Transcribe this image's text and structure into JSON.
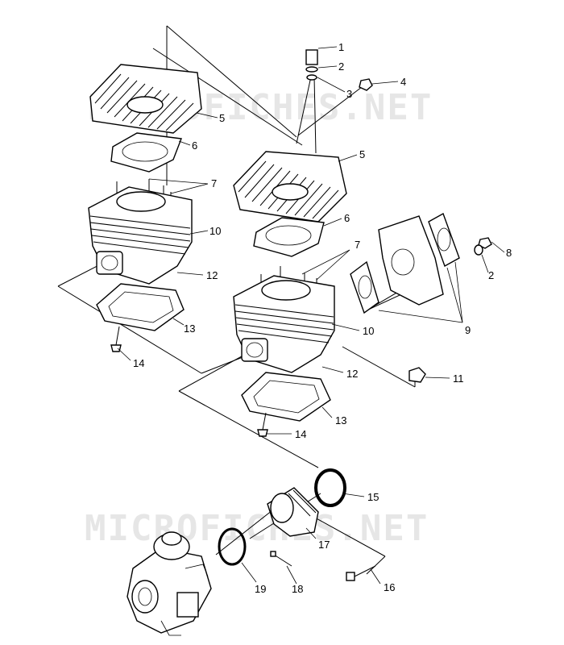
{
  "watermarks": [
    "MICROFICHES.NET",
    "MICROFICHES.NET"
  ],
  "callouts": [
    {
      "id": "c1",
      "text": "1"
    },
    {
      "id": "c2a",
      "text": "2"
    },
    {
      "id": "c3",
      "text": "3"
    },
    {
      "id": "c4",
      "text": "4"
    },
    {
      "id": "c5a",
      "text": "5"
    },
    {
      "id": "c6a",
      "text": "6"
    },
    {
      "id": "c7a",
      "text": "7"
    },
    {
      "id": "c10a",
      "text": "10"
    },
    {
      "id": "c12a",
      "text": "12"
    },
    {
      "id": "c13a",
      "text": "13"
    },
    {
      "id": "c14a",
      "text": "14"
    },
    {
      "id": "c5b",
      "text": "5"
    },
    {
      "id": "c6b",
      "text": "6"
    },
    {
      "id": "c7b",
      "text": "7"
    },
    {
      "id": "c8",
      "text": "8"
    },
    {
      "id": "c2b",
      "text": "2"
    },
    {
      "id": "c9",
      "text": "9"
    },
    {
      "id": "c10b",
      "text": "10"
    },
    {
      "id": "c11",
      "text": "11"
    },
    {
      "id": "c12b",
      "text": "12"
    },
    {
      "id": "c13b",
      "text": "13"
    },
    {
      "id": "c14b",
      "text": "14"
    },
    {
      "id": "c15",
      "text": "15"
    },
    {
      "id": "c17",
      "text": "17"
    },
    {
      "id": "c16",
      "text": "16"
    },
    {
      "id": "c18",
      "text": "18"
    },
    {
      "id": "c19",
      "text": "19"
    }
  ]
}
